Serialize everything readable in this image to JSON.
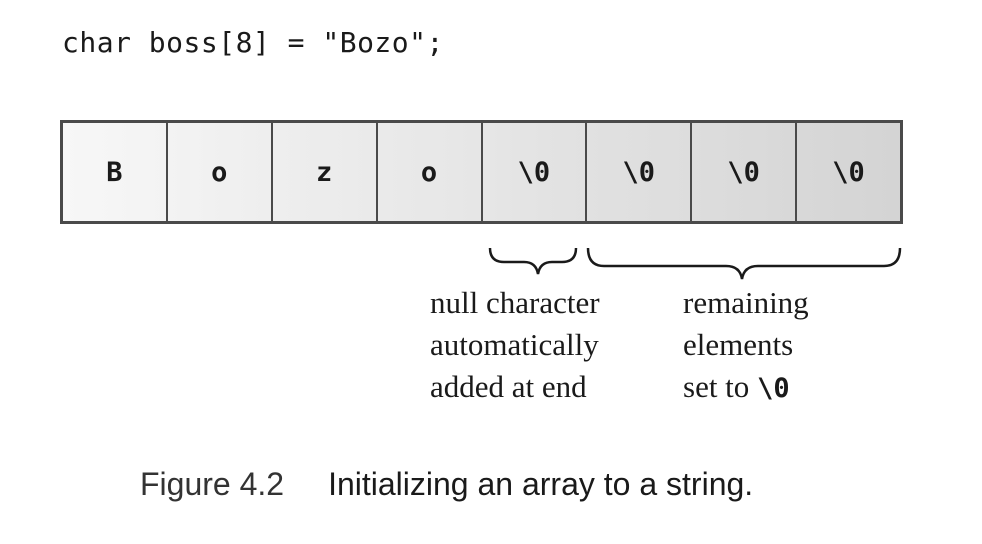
{
  "code": "char boss[8] = \"Bozo\";",
  "array": {
    "cells": [
      "B",
      "o",
      "z",
      "o",
      "\\0",
      "\\0",
      "\\0",
      "\\0"
    ],
    "fill_start": "#f7f7f7",
    "fill_end": "#d4d4d4",
    "border_color": "#4a4a4a"
  },
  "annotations": {
    "null_char": {
      "lines": [
        "null character",
        "automatically",
        "added at end"
      ]
    },
    "remaining": {
      "lines": [
        "remaining",
        "elements"
      ],
      "last_line_text": "set to ",
      "last_line_code": "\\0"
    }
  },
  "caption": {
    "number": "Figure 4.2",
    "text": "Initializing an array to a string."
  }
}
